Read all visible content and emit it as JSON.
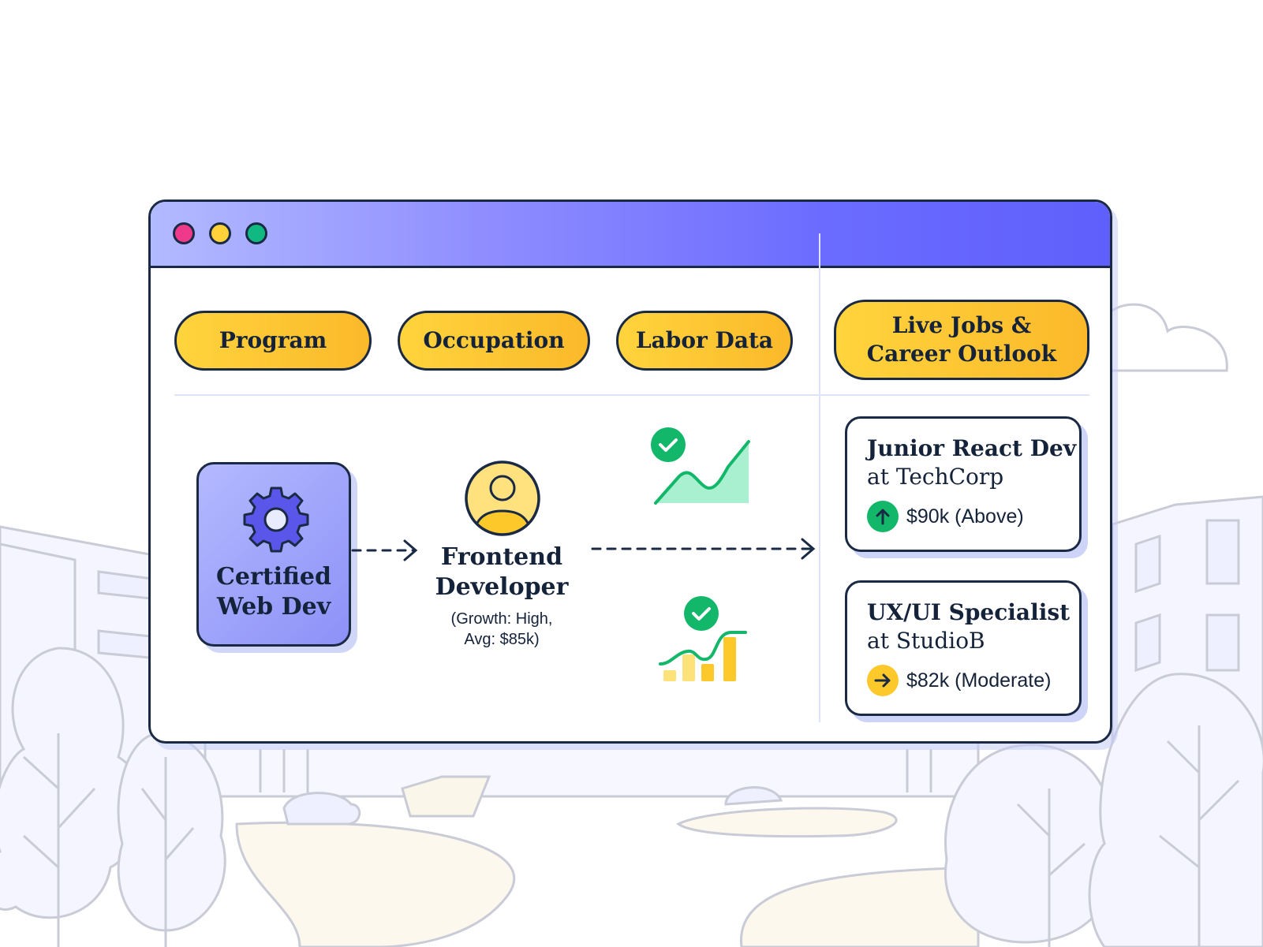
{
  "window": {
    "controls": [
      "close",
      "minimize",
      "maximize"
    ],
    "control_colors": {
      "close": "#ef3a8b",
      "minimize": "#ffd23a",
      "maximize": "#10b981"
    },
    "accent_gradient": [
      "#b3baff",
      "#5f5ffc"
    ]
  },
  "headers": {
    "program": "Program",
    "occupation": "Occupation",
    "labor_data": "Labor Data",
    "live_jobs_line1": "Live Jobs &",
    "live_jobs_line2": "Career Outlook"
  },
  "program": {
    "icon": "gear-icon",
    "label_line1": "Certified",
    "label_line2": "Web Dev"
  },
  "occupation": {
    "icon": "person-avatar-icon",
    "title_line1": "Frontend",
    "title_line2": "Developer",
    "detail_line1": "(Growth: High,",
    "detail_line2": "Avg: $85k)"
  },
  "labor_data": {
    "icons": [
      "growth-area-chart-icon",
      "bar-line-chart-icon"
    ],
    "check_icon": "check-circle-icon"
  },
  "jobs": [
    {
      "title": "Junior React Dev",
      "company": "at TechCorp",
      "salary": "$90k (Above)",
      "trend_icon": "arrow-up-icon",
      "trend_color": "#12b76a"
    },
    {
      "title": "UX/UI Specialist",
      "company": "at StudioB",
      "salary": "$82k (Moderate)",
      "trend_icon": "arrow-right-icon",
      "trend_color": "#fcc82a"
    }
  ],
  "colors": {
    "outline": "#1b2a44",
    "pill_fill": "#fcc42f",
    "program_card": "#9da2fb",
    "check_green": "#12b76a",
    "chart_green": "#a8f0d0",
    "chart_yellow": "#fcc82a"
  }
}
